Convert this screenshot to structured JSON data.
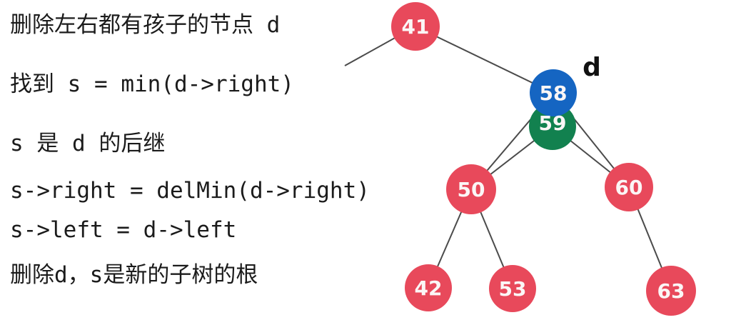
{
  "palette": {
    "node_red": "#e8495b",
    "node_blue": "#1565c2",
    "node_green": "#12814f",
    "edge_line": "#4b4b4b",
    "node_text": "#fbf6f6",
    "note_text": "#1b1b1b"
  },
  "notes": {
    "lines": [
      "删除左右都有孩子的节点 d",
      "找到 s = min(d->right)",
      "s 是 d 的后继",
      "s->right = delMin(d->right)",
      "s->left = d->left",
      "删除d，s是新的子树的根"
    ]
  },
  "tree": {
    "pointer_label": "d",
    "nodes": {
      "n41": {
        "value": "41",
        "color": "red",
        "role": "root"
      },
      "n58": {
        "value": "58",
        "color": "blue",
        "role": "node d (to delete)"
      },
      "n59": {
        "value": "59",
        "color": "green",
        "role": "successor s"
      },
      "n50": {
        "value": "50",
        "color": "red",
        "role": "left child"
      },
      "n60": {
        "value": "60",
        "color": "red",
        "role": "right child"
      },
      "n42": {
        "value": "42",
        "color": "red",
        "role": "leaf"
      },
      "n53": {
        "value": "53",
        "color": "red",
        "role": "leaf"
      },
      "n63": {
        "value": "63",
        "color": "red",
        "role": "leaf"
      }
    }
  }
}
